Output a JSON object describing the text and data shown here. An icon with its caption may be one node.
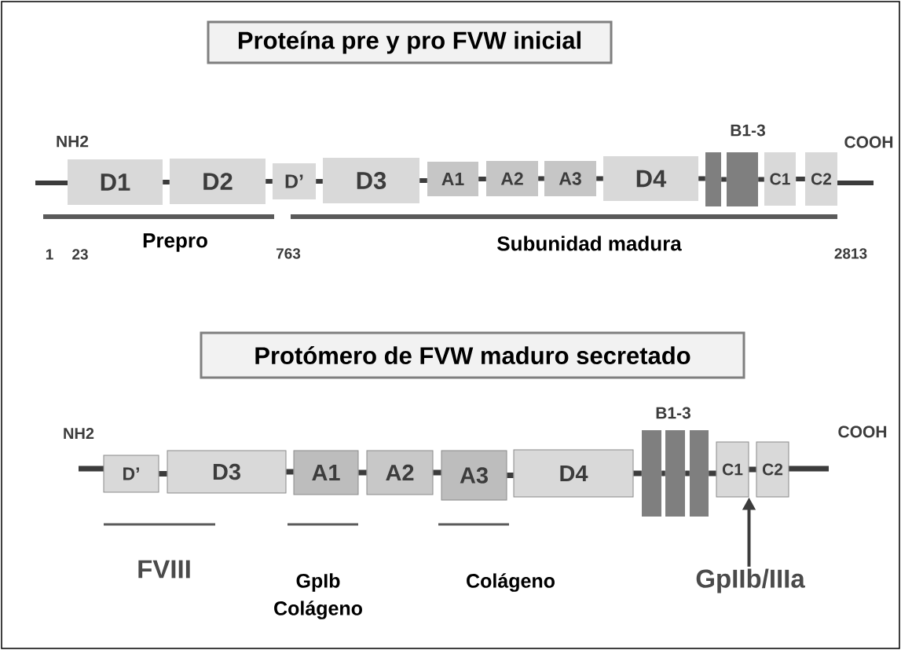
{
  "diagram": {
    "nodes": [
      {
        "text": [
          "Proteína pre y pro FVW inicial"
        ]
      },
      {
        "text": [
          "D1"
        ]
      },
      {
        "text": [
          "D2"
        ]
      },
      {
        "text": [
          "D’"
        ]
      },
      {
        "text": [
          "D3"
        ]
      },
      {
        "text": [
          "A1"
        ]
      },
      {
        "text": [
          "A2"
        ]
      },
      {
        "text": [
          "A3"
        ]
      },
      {
        "text": [
          "D4"
        ]
      },
      {
        "text": [],
        "shape": "bar"
      },
      {
        "text": [],
        "shape": "bar"
      },
      {
        "text": [
          "C1"
        ]
      },
      {
        "text": [
          "C2"
        ]
      },
      {
        "text": [
          "Protómero de FVW maduro secretado"
        ]
      },
      {
        "text": [
          "D’"
        ]
      },
      {
        "text": [
          "D3"
        ]
      },
      {
        "text": [
          "A1"
        ]
      },
      {
        "text": [
          "A2"
        ]
      },
      {
        "text": [
          "A3"
        ]
      },
      {
        "text": [
          "D4"
        ]
      },
      {
        "text": [],
        "shape": "bar"
      },
      {
        "text": [],
        "shape": "bar"
      },
      {
        "text": [],
        "shape": "bar"
      },
      {
        "text": [
          "C1"
        ]
      },
      {
        "text": [
          "C2"
        ]
      },
      {
        "text": [
          "GpIIb/IIIa"
        ]
      }
    ],
    "edges": [
      {
        "from": 1,
        "to": 2,
        "arrow": "none"
      },
      {
        "from": 2,
        "to": 3,
        "arrow": "none"
      },
      {
        "from": 3,
        "to": 4,
        "arrow": "none"
      },
      {
        "from": 4,
        "to": 5,
        "arrow": "none"
      },
      {
        "from": 5,
        "to": 6,
        "arrow": "none"
      },
      {
        "from": 6,
        "to": 7,
        "arrow": "none"
      },
      {
        "from": 7,
        "to": 8,
        "arrow": "none"
      },
      {
        "from": 8,
        "to": 9,
        "arrow": "none"
      },
      {
        "from": 9,
        "to": 10,
        "arrow": "none"
      },
      {
        "from": 10,
        "to": 11,
        "arrow": "none"
      },
      {
        "from": 11,
        "to": 12,
        "arrow": "none"
      },
      {
        "from": 14,
        "to": 15,
        "arrow": "none"
      },
      {
        "from": 15,
        "to": 16,
        "arrow": "none"
      },
      {
        "from": 16,
        "to": 17,
        "arrow": "none"
      },
      {
        "from": 17,
        "to": 18,
        "arrow": "none"
      },
      {
        "from": 18,
        "to": 19,
        "arrow": "none"
      },
      {
        "from": 19,
        "to": 20,
        "arrow": "none"
      },
      {
        "from": 20,
        "to": 21,
        "arrow": "none"
      },
      {
        "from": 21,
        "to": 22,
        "arrow": "none"
      },
      {
        "from": 22,
        "to": 23,
        "arrow": "none"
      },
      {
        "from": 23,
        "to": 24,
        "arrow": "none"
      },
      {
        "from": 25,
        "to": 23,
        "arrow": "to"
      }
    ],
    "labels": [
      "B1-3",
      "NH2",
      "COOH",
      "1",
      "23",
      "Prepro",
      "763",
      "Subunidad madura",
      "2813",
      "B1-3",
      "COOH",
      "NH2",
      "FVIII",
      "GpIb",
      "Colágeno",
      "Colágeno"
    ]
  }
}
